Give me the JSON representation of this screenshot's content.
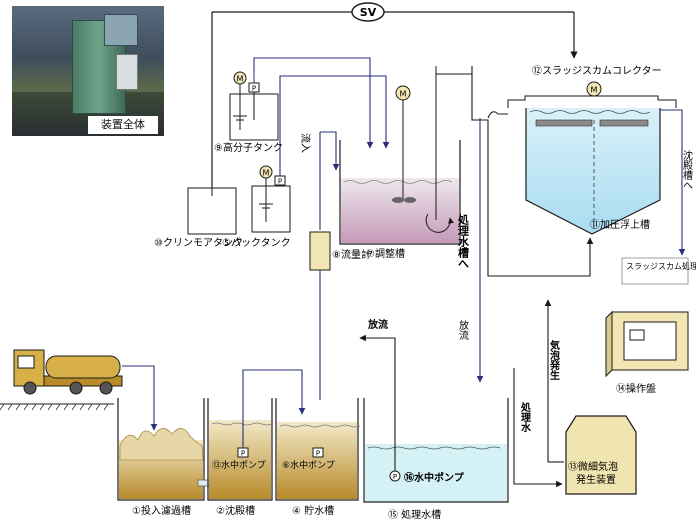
{
  "photo_label": "装置全体",
  "sv_label": "SV",
  "motor_label": "M",
  "pump_label": "P",
  "labels": {
    "scum_collector": "⑫スラッジスカムコレクター",
    "polymer_tank": "⑨高分子タンク",
    "flow_in": "流入",
    "adjust_tank": "⑦調整槽",
    "to_treated_tank": "処理水槽へ",
    "pressure_float_tank": "⑪加圧浮上槽",
    "to_settling_tank": "沈殿槽へ",
    "scum_treatment": "スラッジスカム処理",
    "clinmore_tank": "⑩クリンモアタンク",
    "pack_tank": "⑤パックタンク",
    "flow_meter": "⑧流量計",
    "discharge_top": "放流",
    "discharge_side": "放流",
    "bubble_gen": "気泡発生",
    "control_panel": "⑭操作盤",
    "treated_water": "処理水",
    "pump3": "⑬水中ポンプ",
    "pump6": "⑥水中ポンプ",
    "pump16": "⑯水中ポンプ",
    "micro_bubble_1": "⑬微細気泡",
    "micro_bubble_2": "発生装置",
    "input_filter_tank": "①投入濾過槽",
    "settling_tank": "②沈殿槽",
    "storage_tank": "④ 貯水槽",
    "treated_water_tank": "⑮ 処理水槽"
  },
  "colors": {
    "line": "#1a1a1a",
    "pipe": "#2a2f7a",
    "truck_body": "#d8b04a",
    "float_water": "#c8ecf6",
    "treated_water": "#d4f2f6",
    "adjust_water": "#d2b7cc",
    "sediment": "#c8a040",
    "control_panel": "#f2e7b4",
    "bubble_unit": "#f0e4b0"
  }
}
